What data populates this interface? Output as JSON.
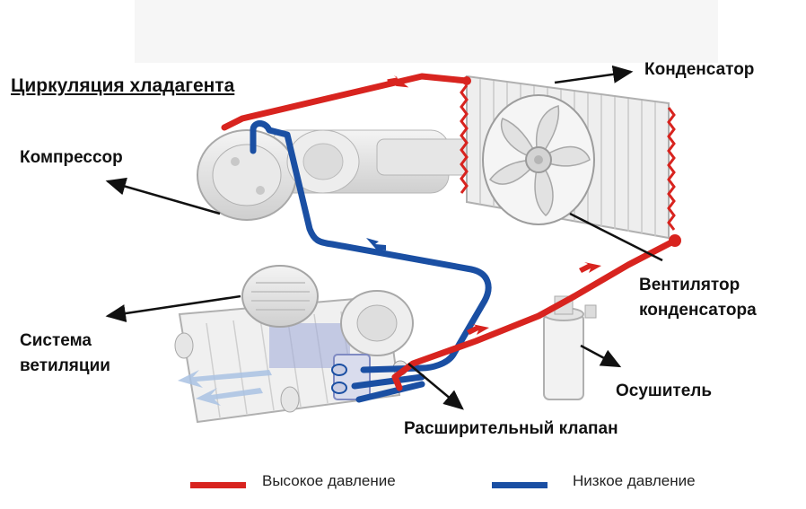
{
  "diagram": {
    "title": "Циркуляция хладагента",
    "labels": {
      "condenser": "Конденсатор",
      "compressor": "Компрессор",
      "condenser_fan_line1": "Вентилятор",
      "condenser_fan_line2": "конденсатора",
      "ventilation_line1": "Система",
      "ventilation_line2": "ветиляции",
      "dryer": "Осушитель",
      "expansion_valve": "Расширительный клапан"
    },
    "legend": {
      "high_pressure": "Высокое давление",
      "low_pressure": "Низкое давление"
    },
    "colors": {
      "high_pressure": "#d8241f",
      "low_pressure": "#1a4fa3"
    }
  }
}
